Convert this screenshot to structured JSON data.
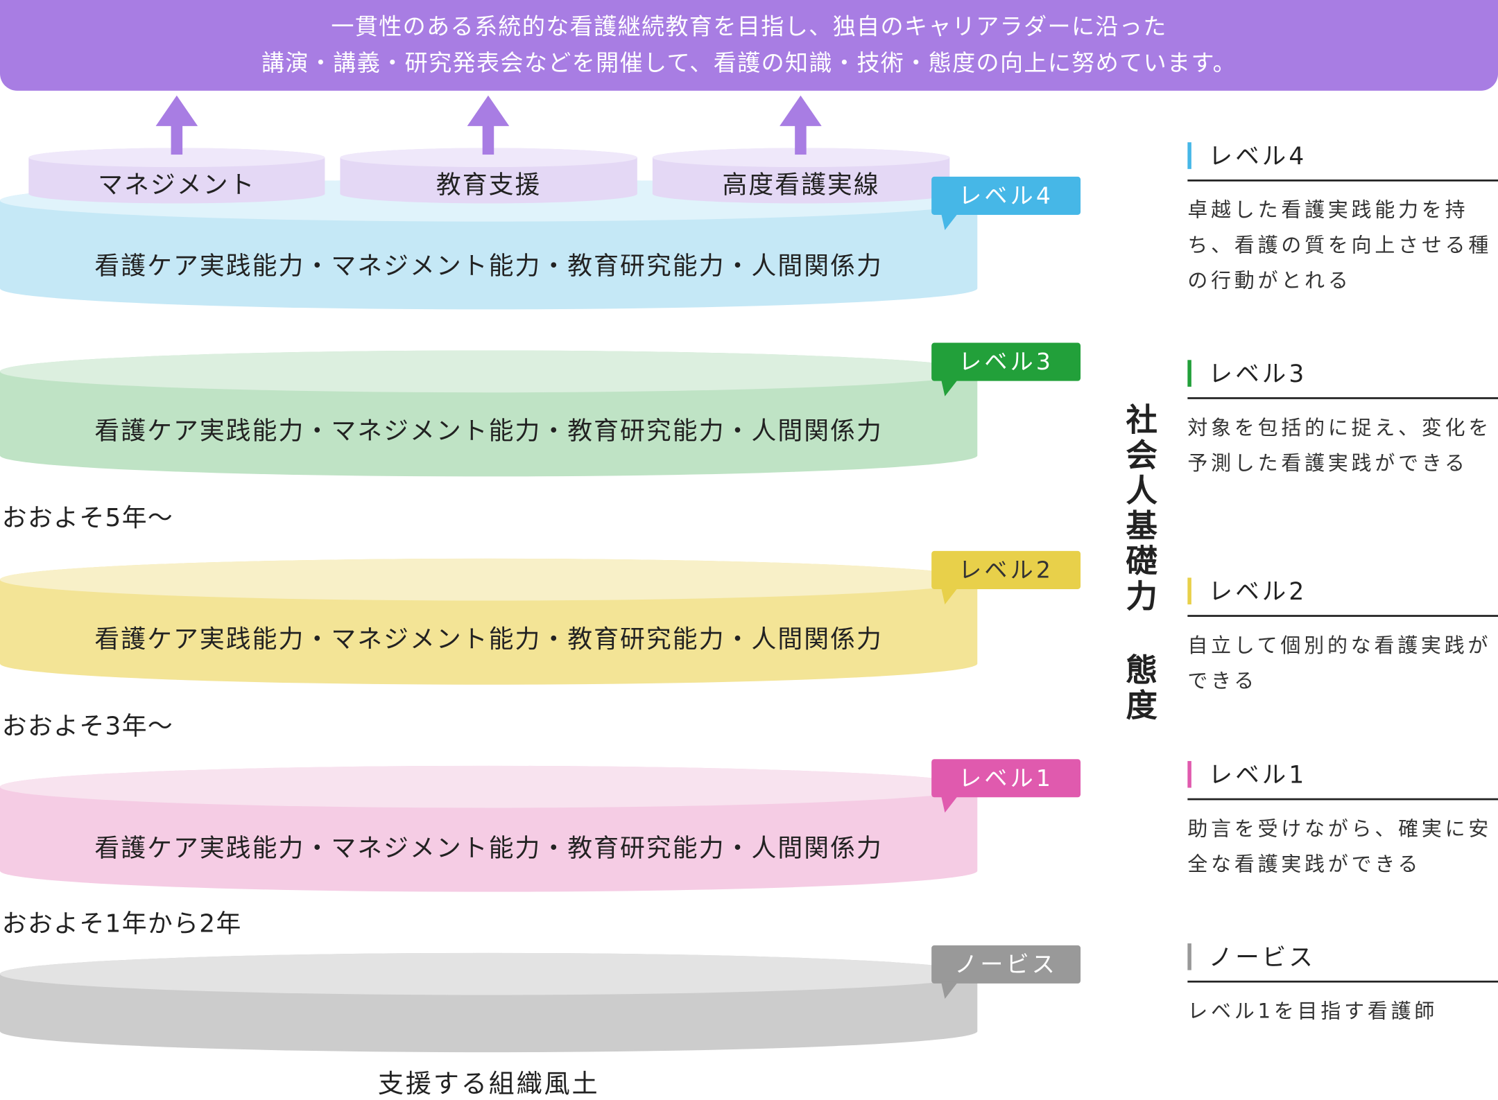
{
  "banner": {
    "line1": "一貫性のある系統的な看護継続教育を目指し、独自のキャリアラダーに沿った",
    "line2": "講演・講義・研究発表会などを開催して、看護の知識・技術・態度の向上に努めています。",
    "color": "#a87de3"
  },
  "pillars": [
    {
      "label": "マネジメント"
    },
    {
      "label": "教育支援"
    },
    {
      "label": "高度看護実線"
    }
  ],
  "levels": [
    {
      "badge": "レベル4",
      "text": "看護ケア実践能力・マネジメント能力・教育研究能力・人間関係力",
      "color": "#46b7e7"
    },
    {
      "badge": "レベル3",
      "text": "看護ケア実践能力・マネジメント能力・教育研究能力・人間関係力",
      "color": "#22a03a"
    },
    {
      "badge": "レベル2",
      "text": "看護ケア実践能力・マネジメント能力・教育研究能力・人間関係力",
      "color": "#e8d04a"
    },
    {
      "badge": "レベル1",
      "text": "看護ケア実践能力・マネジメント能力・教育研究能力・人間関係力",
      "color": "#e05aae"
    },
    {
      "badge": "ノービス",
      "color": "#999999"
    }
  ],
  "years": [
    "おおよそ5年～",
    "おおよそ3年～",
    "おおよそ1年から2年"
  ],
  "base_label": "支援する組織風土",
  "vertical_label": {
    "line1": "社会人基礎力",
    "line2": "態度"
  },
  "side": [
    {
      "title": "レベル4",
      "desc": "卓越した看護実践能力を持ち、看護の質を向上させる種の行動がとれる"
    },
    {
      "title": "レベル3",
      "desc": "対象を包括的に捉え、変化を予測した看護実践ができる"
    },
    {
      "title": "レベル2",
      "desc": "自立して個別的な看護実践ができる"
    },
    {
      "title": "レベル1",
      "desc": "助言を受けながら、確実に安全な看護実践ができる"
    },
    {
      "title": "ノービス",
      "desc": "レベル1を目指す看護師"
    }
  ]
}
